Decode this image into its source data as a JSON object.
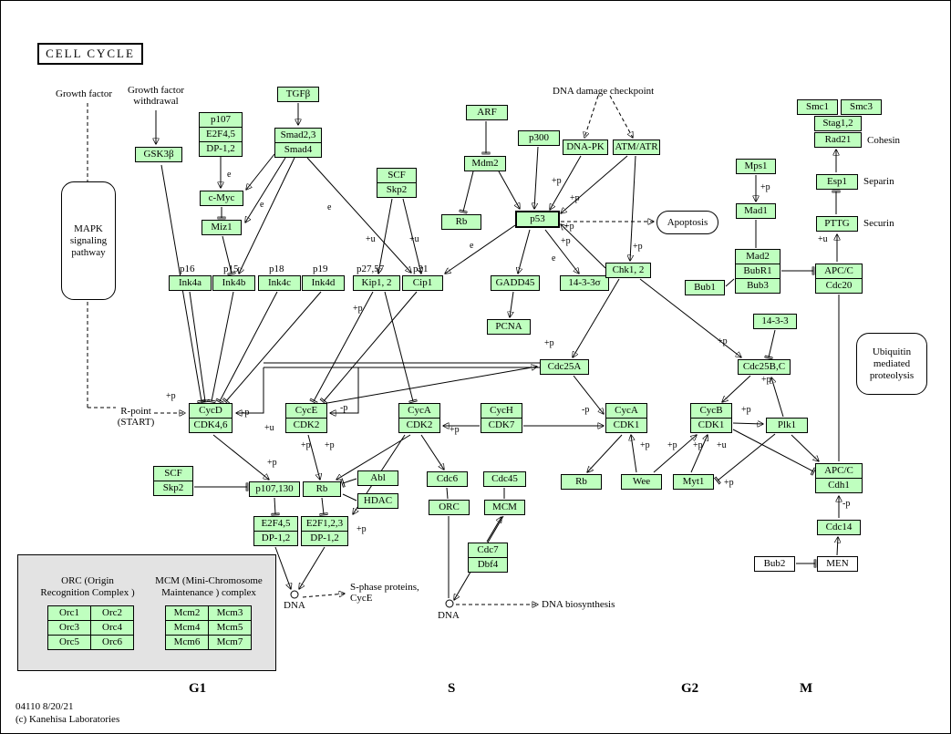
{
  "title": "CELL CYCLE",
  "footer": {
    "line1": "04110 8/20/21",
    "line2": "(c) Kanehisa Laboratories"
  },
  "phases": {
    "g1": "G1",
    "s": "S",
    "g2": "G2",
    "m": "M"
  },
  "edge_labels": {
    "plus_p": "+p",
    "minus_p": "-p",
    "plus_u": "+u",
    "e": "e"
  },
  "annotations": {
    "growth_factor": "Growth factor",
    "withdrawal_1": "Growth factor",
    "withdrawal_2": "withdrawal",
    "dna_damage_checkpoint": "DNA damage checkpoint",
    "cohesin": "Cohesin",
    "separin": "Separin",
    "securin": "Securin",
    "r_point_1": "R-point",
    "r_point_2": "(START)",
    "p16": "p16",
    "p15": "p15",
    "p18": "p18",
    "p19": "p19",
    "p27_57": "p27,57",
    "p21": "p21",
    "s_phase_1": "S-phase proteins,",
    "s_phase_2": "CycE",
    "dna": "DNA",
    "dna_biosynthesis": "DNA biosynthesis"
  },
  "pathway_refs": {
    "mapk_1": "MAPK",
    "mapk_2": "signaling",
    "mapk_3": "pathway",
    "apoptosis": "Apoptosis",
    "ub_1": "Ubiquitin",
    "ub_2": "mediated",
    "ub_3": "proteolysis"
  },
  "nodes": {
    "gsk3b": "GSK3β",
    "tgfb": "TGFβ",
    "p107_top": "p107",
    "e2f45_top": "E2F4,5",
    "dp12_top": "DP-1,2",
    "smad23": "Smad2,3",
    "smad4": "Smad4",
    "cmyc": "c-Myc",
    "miz1": "Miz1",
    "scf_top": "SCF",
    "skp2_top": "Skp2",
    "arf": "ARF",
    "p300": "p300",
    "dnapk": "DNA-PK",
    "atm_atr": "ATM/ATR",
    "mdm2": "Mdm2",
    "rb_top": "Rb",
    "p53": "p53",
    "smc1": "Smc1",
    "smc3": "Smc3",
    "stag12": "Stag1,2",
    "rad21": "Rad21",
    "mps1": "Mps1",
    "esp1": "Esp1",
    "mad1": "Mad1",
    "pttg": "PTTG",
    "mad2": "Mad2",
    "bubr1": "BubR1",
    "bub3": "Bub3",
    "bub1": "Bub1",
    "apcc_cdc20": "APC/C",
    "cdc20": "Cdc20",
    "ink4a": "Ink4a",
    "ink4b": "Ink4b",
    "ink4c": "Ink4c",
    "ink4d": "Ink4d",
    "kip12": "Kip1, 2",
    "cip1": "Cip1",
    "gadd45": "GADD45",
    "s14_3_3_sigma": "14-3-3σ",
    "chk12": "Chk1, 2",
    "pcna": "PCNA",
    "s14_3_3": "14-3-3",
    "cdc25a": "Cdc25A",
    "cdc25bc": "Cdc25B,C",
    "cycd": "CycD",
    "cdk46": "CDK4,6",
    "cyce": "CycE",
    "cdk2_e": "CDK2",
    "cyca_s": "CycA",
    "cdk2_s": "CDK2",
    "cych": "CycH",
    "cdk7": "CDK7",
    "cyca_g2": "CycA",
    "cdk1_g2": "CDK1",
    "cycb": "CycB",
    "cdk1_m": "CDK1",
    "plk1": "Plk1",
    "scf_low": "SCF",
    "skp2_low": "Skp2",
    "p107_130": "p107,130",
    "rb_mid": "Rb",
    "abl": "Abl",
    "hdac": "HDAC",
    "e2f45_low": "E2F4,5",
    "dp12_low1": "DP-1,2",
    "e2f123": "E2F1,2,3",
    "dp12_low2": "DP-1,2",
    "cdc6": "Cdc6",
    "cdc45": "Cdc45",
    "orc": "ORC",
    "mcm": "MCM",
    "rb_right": "Rb",
    "wee": "Wee",
    "myt1": "Myt1",
    "apcc_cdh1": "APC/C",
    "cdh1": "Cdh1",
    "cdc14": "Cdc14",
    "bub2": "Bub2",
    "men": "MEN",
    "cdc7": "Cdc7",
    "dbf4": "Dbf4"
  },
  "legend": {
    "header_orc_1": "ORC (Origin",
    "header_orc_2": "Recognition Complex )",
    "header_mcm_1": "MCM (Mini-Chromosome",
    "header_mcm_2": "Maintenance ) complex",
    "orc": [
      "Orc1",
      "Orc2",
      "Orc3",
      "Orc4",
      "Orc5",
      "Orc6"
    ],
    "mcm": [
      "Mcm2",
      "Mcm3",
      "Mcm4",
      "Mcm5",
      "Mcm6",
      "Mcm7"
    ]
  }
}
